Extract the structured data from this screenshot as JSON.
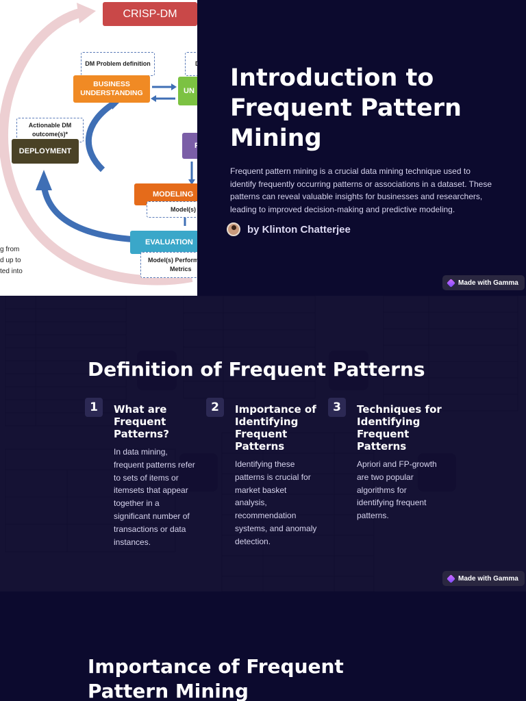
{
  "slide1": {
    "title": "Introduction to Frequent Pattern Mining",
    "description": "Frequent pattern mining is a crucial data mining technique used to identify frequently occurring patterns or associations in a dataset. These patterns can reveal valuable insights for businesses and researchers, leading to improved decision-making and predictive modeling.",
    "author": "by Klinton Chatterjee",
    "badge": "Made with Gamma",
    "image": {
      "heading": "CRISP-DM",
      "dm_problem": "DM Problem definition",
      "business_understanding": "BUSINESS UNDERSTANDING",
      "data_understanding_partial": "UN",
      "data_top_partial": "D",
      "actionable": "Actionable DM outcome(s)*",
      "deployment": "DEPLOYMENT",
      "prep_partial": "F",
      "modeling": "MODELING",
      "models": "Model(s)",
      "evaluation": "EVALUATION",
      "performance": "Model(s) Perform",
      "metrics": "Metrics",
      "side_line1": "g from",
      "side_line2": "d up to",
      "side_line3": "ted into"
    }
  },
  "slide2": {
    "title": "Definition of Frequent Patterns",
    "badge": "Made with Gamma",
    "columns": [
      {
        "number": "1",
        "heading": "What are Frequent Patterns?",
        "body": "In data mining, frequent patterns refer to sets of items or itemsets that appear together in a significant number of transactions or data instances."
      },
      {
        "number": "2",
        "heading": "Importance of Identifying Frequent Patterns",
        "body": "Identifying these patterns is crucial for market basket analysis, recommendation systems, and anomaly detection."
      },
      {
        "number": "3",
        "heading": "Techniques for Identifying Frequent Patterns",
        "body": "Apriori and FP-growth are two popular algorithms for identifying frequent patterns."
      }
    ]
  },
  "slide3": {
    "title": "Importance of Frequent Pattern Mining"
  },
  "colors": {
    "background": "#0c0a2e",
    "card": "#1e1b3c",
    "number_box": "#2c2954",
    "orange": "#f08a24",
    "green": "#7cc242",
    "purple": "#7b5ea7",
    "teal": "#3aa7c9",
    "dark_box": "#4a4226",
    "crisp_red": "#c94848"
  }
}
